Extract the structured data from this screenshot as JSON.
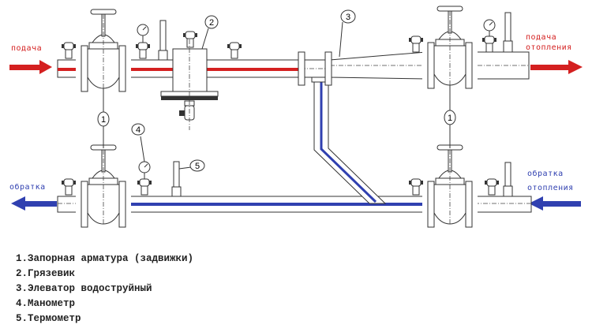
{
  "labels": {
    "supply_left": "подача",
    "supply_right_1": "подача",
    "supply_right_2": "отопления",
    "return_left": "обратка",
    "return_right_1": "обратка",
    "return_right_2": "отопления"
  },
  "callouts": [
    "1",
    "2",
    "3",
    "4",
    "5",
    "1"
  ],
  "legend": [
    "1.Запорная арматура (задвижки)",
    "2.Грязевик",
    "3.Элеватор водоструйный",
    "4.Манометр",
    "5.Термометр"
  ],
  "colors": {
    "supply": "#d42020",
    "return": "#3040b0",
    "line": "#333333"
  }
}
